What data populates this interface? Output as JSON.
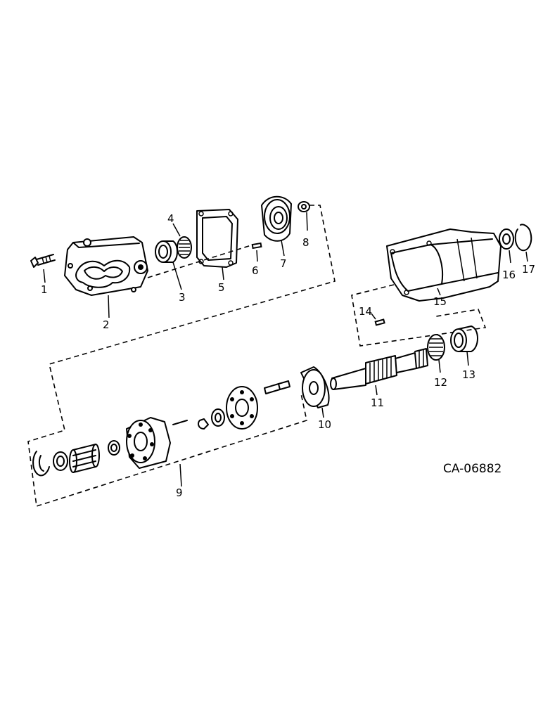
{
  "drawing_code": "CA-06882",
  "callouts": {
    "c1": "1",
    "c2": "2",
    "c3": "3",
    "c4": "4",
    "c5": "5",
    "c6": "6",
    "c7": "7",
    "c8": "8",
    "c9": "9",
    "c10": "10",
    "c11": "11",
    "c12": "12",
    "c13": "13",
    "c14": "14",
    "c15": "15",
    "c16": "16",
    "c17": "17"
  }
}
